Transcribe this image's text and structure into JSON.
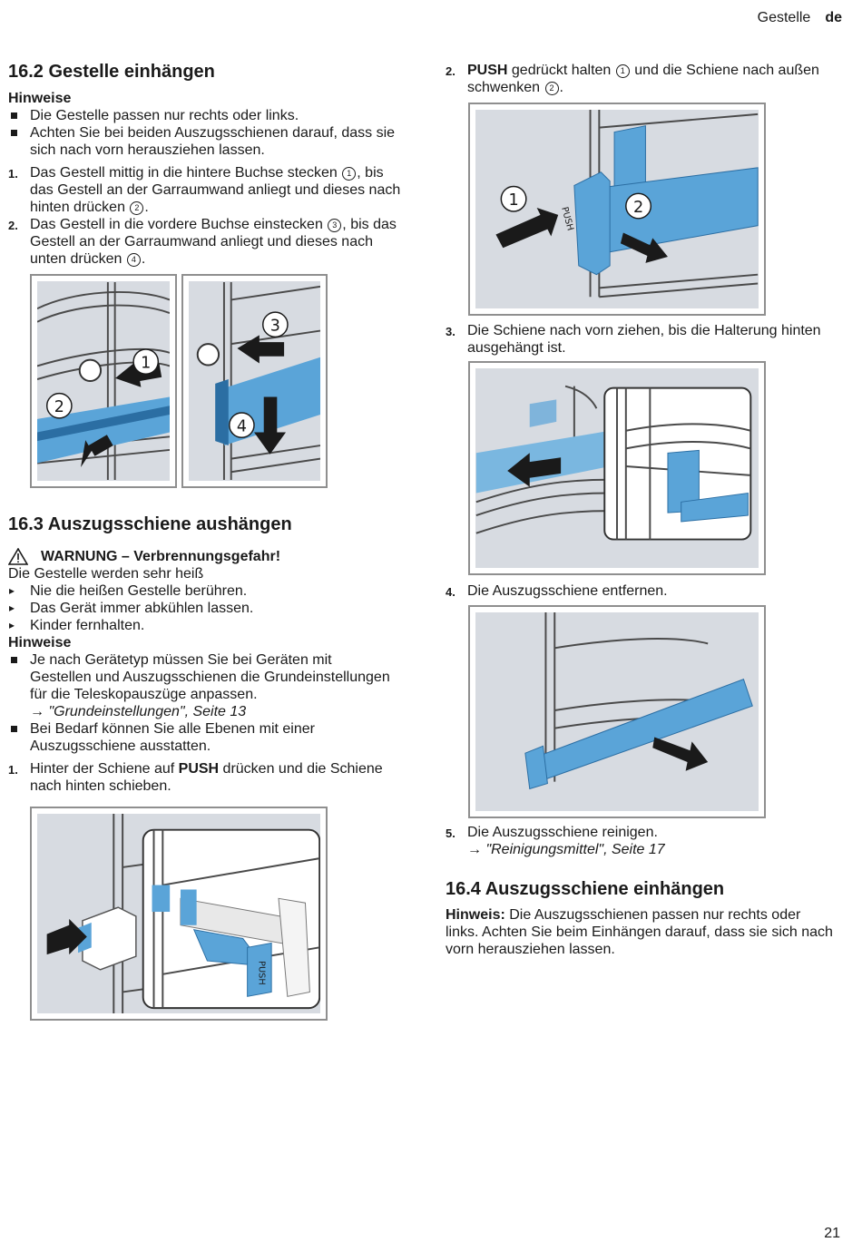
{
  "header": {
    "section": "Gestelle",
    "lang": "de"
  },
  "page_number": "21",
  "s162": {
    "title": "16.2 Gestelle einhängen",
    "notes_heading": "Hinweise",
    "notes": [
      "Die Gestelle passen nur rechts oder links.",
      "Achten Sie bei beiden Auszugsschienen darauf, dass sie sich nach vorn herausziehen lassen."
    ],
    "step1": {
      "num": "1.",
      "a": "Das Gestell mittig in die hintere Buchse stecken",
      "b": ", bis das Gestell an der Garraumwand anliegt und dieses nach hinten drücken",
      "c": ".",
      "m1": "1",
      "m2": "2"
    },
    "step2": {
      "num": "2.",
      "a": "Das Gestell in die vordere Buchse einstecken",
      "b": ", bis das Gestell an der Garraumwand anliegt und dieses nach unten drücken",
      "c": ".",
      "m1": "3",
      "m2": "4"
    }
  },
  "s163": {
    "title": "16.3 Auszugsschiene aushängen",
    "warning_title": "WARNUNG – Verbrennungsgefahr!",
    "warning_text": "Die Gestelle werden sehr heiß",
    "warning_items": [
      "Nie die heißen Gestelle berühren.",
      "Das Gerät immer abkühlen lassen.",
      "Kinder fernhalten."
    ],
    "notes_heading": "Hinweise",
    "note1": "Je nach Gerätetyp müssen Sie bei Geräten mit Gestellen und Auszugsschienen die Grundeinstellungen für die Teleskopauszüge anpassen.",
    "note1_ref": "→ \"Grundeinstellungen\", Seite 13",
    "note2": "Bei Bedarf können Sie alle Ebenen mit einer Auszugsschiene ausstatten.",
    "step1": {
      "num": "1.",
      "a": "Hinter der Schiene auf ",
      "bold": "PUSH",
      "b": " drücken und die Schiene nach hinten schieben."
    },
    "step2": {
      "num": "2.",
      "bold": "PUSH",
      "a": " gedrückt halten",
      "b": " und die Schiene nach außen schwenken",
      "c": ".",
      "m1": "1",
      "m2": "2"
    },
    "step3": {
      "num": "3.",
      "text": "Die Schiene nach vorn ziehen, bis die Halterung hinten ausgehängt ist."
    },
    "step4": {
      "num": "4.",
      "text": "Die Auszugsschiene entfernen."
    },
    "step5": {
      "num": "5.",
      "text": "Die Auszugsschiene reinigen.",
      "ref": "→ \"Reinigungsmittel\", Seite 17"
    }
  },
  "s164": {
    "title": "16.4 Auszugsschiene einhängen",
    "note_label": "Hinweis:",
    "note_text": " Die Auszugsschienen passen nur rechts oder links. Achten Sie beim Einhängen darauf, dass sie sich nach vorn herausziehen lassen."
  },
  "figures": {
    "fig1": {
      "labels": [
        "2",
        "1"
      ]
    },
    "fig2": {
      "labels": [
        "3",
        "4"
      ]
    },
    "fig3": {
      "push": "PUSH"
    },
    "fig4": {
      "labels": [
        "1",
        "2"
      ],
      "push": "PUSH"
    }
  },
  "colors": {
    "rail_blue": "#5aa4d8",
    "rail_dark": "#2b6ea3",
    "figure_bg": "#d7dbe1",
    "wire": "#555555"
  }
}
